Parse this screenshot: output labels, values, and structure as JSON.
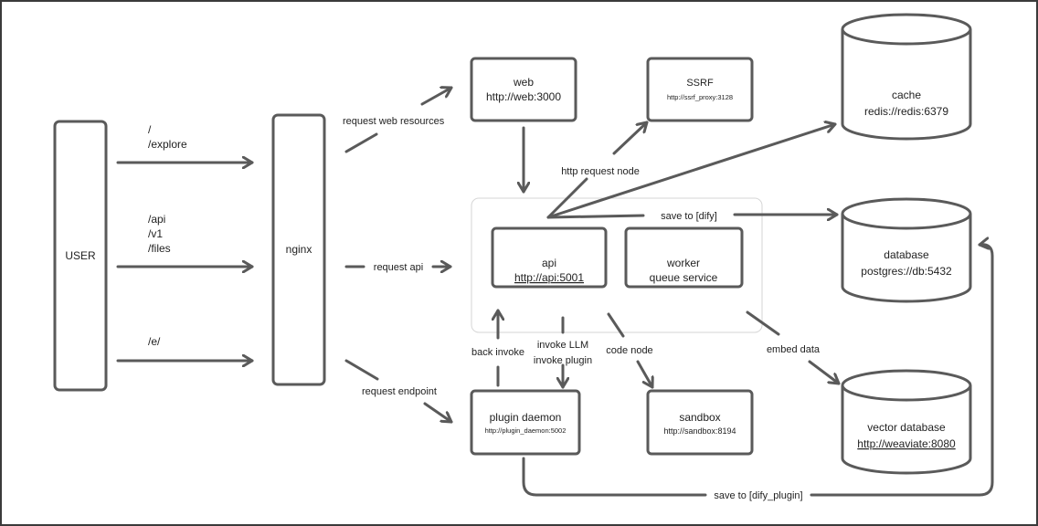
{
  "nodes": {
    "user": {
      "label": "USER"
    },
    "nginx": {
      "label": "nginx"
    },
    "web": {
      "label": "web",
      "url": "http://web:3000"
    },
    "ssrf": {
      "label": "SSRF",
      "url": "http://ssrf_proxy:3128"
    },
    "api": {
      "label": "api",
      "url": "http://api:5001"
    },
    "worker": {
      "label": "worker",
      "sub": "queue service"
    },
    "plugin_daemon": {
      "label": "plugin daemon",
      "url": "http://plugin_daemon:5002"
    },
    "sandbox": {
      "label": "sandbox",
      "url": "http://sandbox:8194"
    },
    "cache": {
      "label": "cache",
      "url": "redis://redis:6379"
    },
    "database": {
      "label": "database",
      "url": "postgres://db:5432"
    },
    "vector_database": {
      "label": "vector database",
      "url": "http://weaviate:8080"
    }
  },
  "routes": {
    "web_routes": [
      "/",
      "/explore"
    ],
    "api_routes": [
      "/api",
      "/v1",
      "/files"
    ],
    "endpoint_routes": [
      "/e/"
    ]
  },
  "edge_labels": {
    "request_web_resources": "request web resources",
    "request_api": "request api",
    "request_endpoint": "request endpoint",
    "http_request_node": "http request node",
    "save_to_dify": "save to [dify]",
    "invoke_llm": "invoke LLM",
    "invoke_plugin": "invoke plugin",
    "back_invoke": "back invoke",
    "code_node": "code node",
    "embed_data": "embed data",
    "save_to_dify_plugin": "save to [dify_plugin]"
  },
  "colors": {
    "stroke": "#5a5a5a",
    "group_border": "#d6d6d6",
    "frame": "#3a3a3a"
  }
}
